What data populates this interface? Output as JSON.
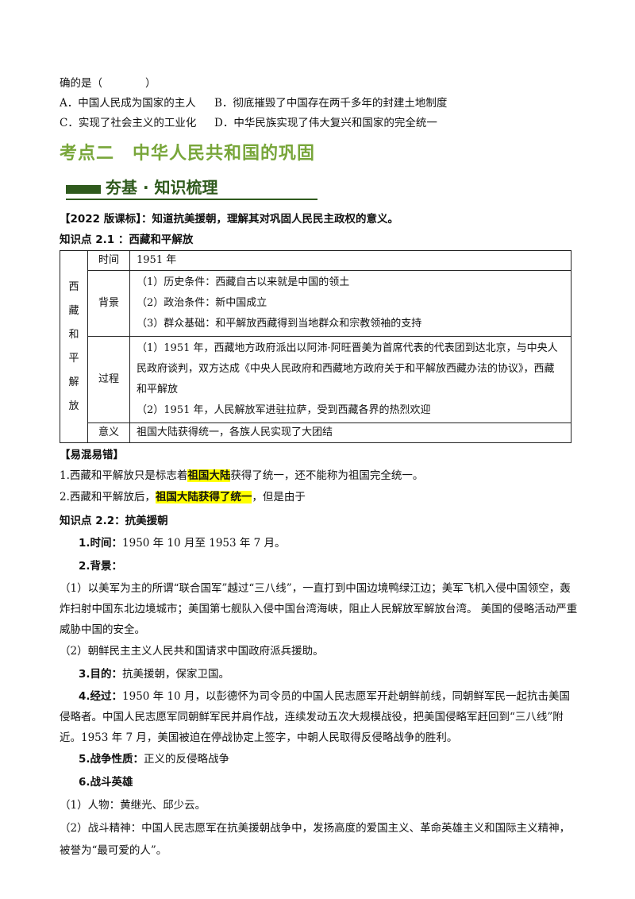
{
  "question": {
    "stem": "确的是（　　　　）",
    "options": [
      {
        "a": "A．中国人民成为国家的主人",
        "b": "B．彻底摧毁了中国存在两千多年的封建土地制度"
      },
      {
        "a": "C．实现了社会主义的工业化",
        "b": "D．中华民族实现了伟大复兴和国家的完全统一"
      }
    ]
  },
  "section_title": "考点二　中华人民共和国的巩固",
  "banner": "夯基 · 知识梳理",
  "standard": "【2022 版课标】：知道抗美援朝，理解其对巩固人民民主政权的意义。",
  "kp1": {
    "title": "知识点 2.1 ：西藏和平解放",
    "side": "西藏和平解放",
    "rows": [
      {
        "label": "时间",
        "lines": [
          "1951 年"
        ]
      },
      {
        "label": "背景",
        "lines": [
          "（1）历史条件：西藏自古以来就是中国的领土",
          "（2）政治条件：新中国成立",
          "（3）群众基础：和平解放西藏得到当地群众和宗教领袖的支持"
        ]
      },
      {
        "label": "过程",
        "lines": [
          "（1）1951 年，西藏地方政府派出以阿沛·阿旺晋美为首席代表的代表团到达北京，与中央人民政府谈判，双方达成《中央人民政府和西藏地方政府关于和平解放西藏办法的协议》，西藏和平解放",
          "（2）1951 年，人民解放军进驻拉萨，受到西藏各界的热烈欢迎"
        ]
      },
      {
        "label": "意义",
        "lines": [
          "祖国大陆获得统一，各族人民实现了大团结"
        ]
      }
    ]
  },
  "confusion": {
    "title": "【易混易错】",
    "item1": {
      "pre": "1.西藏和平解放只是标志着",
      "hl": "祖国大陆",
      "post": "获得了统一，还不能称为祖国完全统一。"
    },
    "item2": {
      "pre": "2.西藏和平解放后，",
      "hl": "祖国大陆获得了统一",
      "post": "，但是由于"
    }
  },
  "kp2": {
    "title": "知识点 2.2：抗美援朝",
    "time_label": "1.时间：",
    "time_text": "1950 年 10 月至 1953 年 7 月。",
    "bg_label": "2.背景：",
    "bg1": "（1）以美军为主的所谓“联合国军”越过“三八线”，一直打到中国边境鸭绿江边；美军飞机入侵中国领空，轰炸扫射中国东北边境城市；美国第七舰队入侵中国台湾海峡，阻止人民解放军解放台湾。 美国的侵略活动严重威胁中国的安全。",
    "bg2": "（2）朝鲜民主主义人民共和国请求中国政府派兵援助。",
    "goal_label": "3.目的：",
    "goal_text": "抗美援朝，保家卫国。",
    "course_label": "4.经过：",
    "course_text": "1950 年 10 月，以彭德怀为司令员的中国人民志愿军开赴朝鲜前线，同朝鲜军民一起抗击美国侵略者。中国人民志愿军同朝鲜军民并肩作战，连续发动五次大规模战役，把美国侵略军赶回到“三八线”附近。1953 年 7 月，美国被迫在停战协定上签字，中朝人民取得反侵略战争的胜利。",
    "nature_label": "5.战争性质：",
    "nature_text": "正义的反侵略战争",
    "hero_label": "6.战斗英雄",
    "hero1": "（1）人物：黄继光、邱少云。",
    "hero2": "（2）战斗精神：中国人民志愿军在抗美援朝战争中，发扬高度的爱国主义、革命英雄主义和国际主义精神，被誉为“最可爱的人”。"
  }
}
